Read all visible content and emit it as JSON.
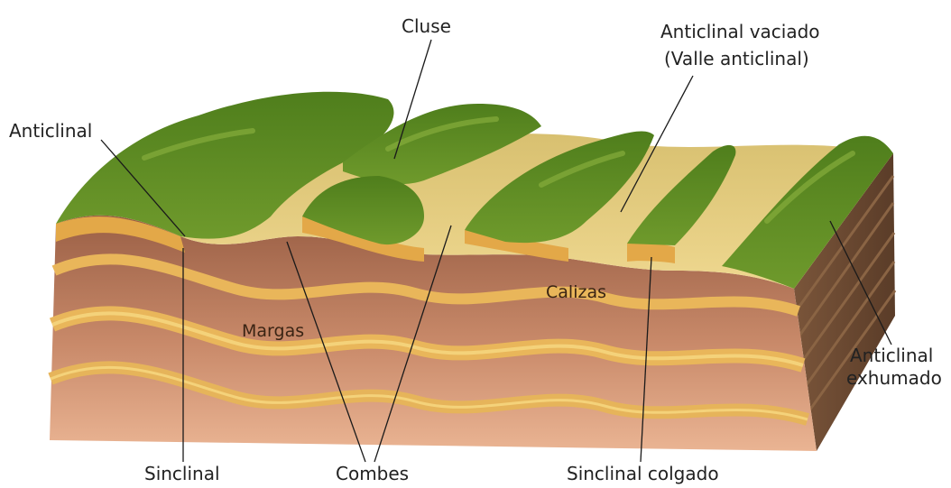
{
  "labels": {
    "anticlinal": "Anticlinal",
    "cluse": "Cluse",
    "anticlinal_vaciado_1": "Anticlinal vaciado",
    "anticlinal_vaciado_2": "(Valle anticlinal)",
    "calizas": "Calizas",
    "margas": "Margas",
    "anticlinal_exhumado_1": "Anticlinal",
    "anticlinal_exhumado_2": "exhumado",
    "sinclinal": "Sinclinal",
    "combes": "Combes",
    "sinclinal_colgado": "Sinclinal colgado"
  },
  "colors": {
    "vegetation": "#5a8a22",
    "vegetation_dark": "#3f6a18",
    "limestone": "#e8b45a",
    "marl": "#a46a4a",
    "marl_dark": "#7a4a32",
    "side_face": "#6b4a32"
  }
}
